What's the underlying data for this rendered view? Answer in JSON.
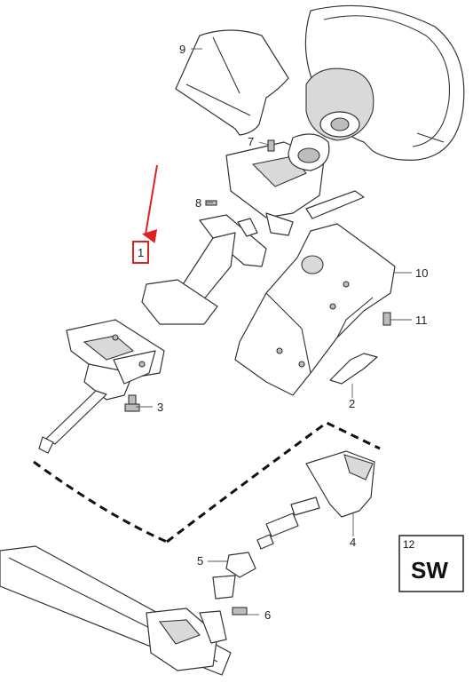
{
  "callouts": {
    "c1": "1",
    "c2": "2",
    "c3": "3",
    "c4": "4",
    "c5": "5",
    "c6": "6",
    "c7": "7",
    "c8": "8",
    "c9": "9",
    "c10": "10",
    "c11": "11"
  },
  "sw_box": {
    "number": "12",
    "text": "SW"
  },
  "colors": {
    "highlight": "#e02020",
    "ink": "#333333"
  }
}
